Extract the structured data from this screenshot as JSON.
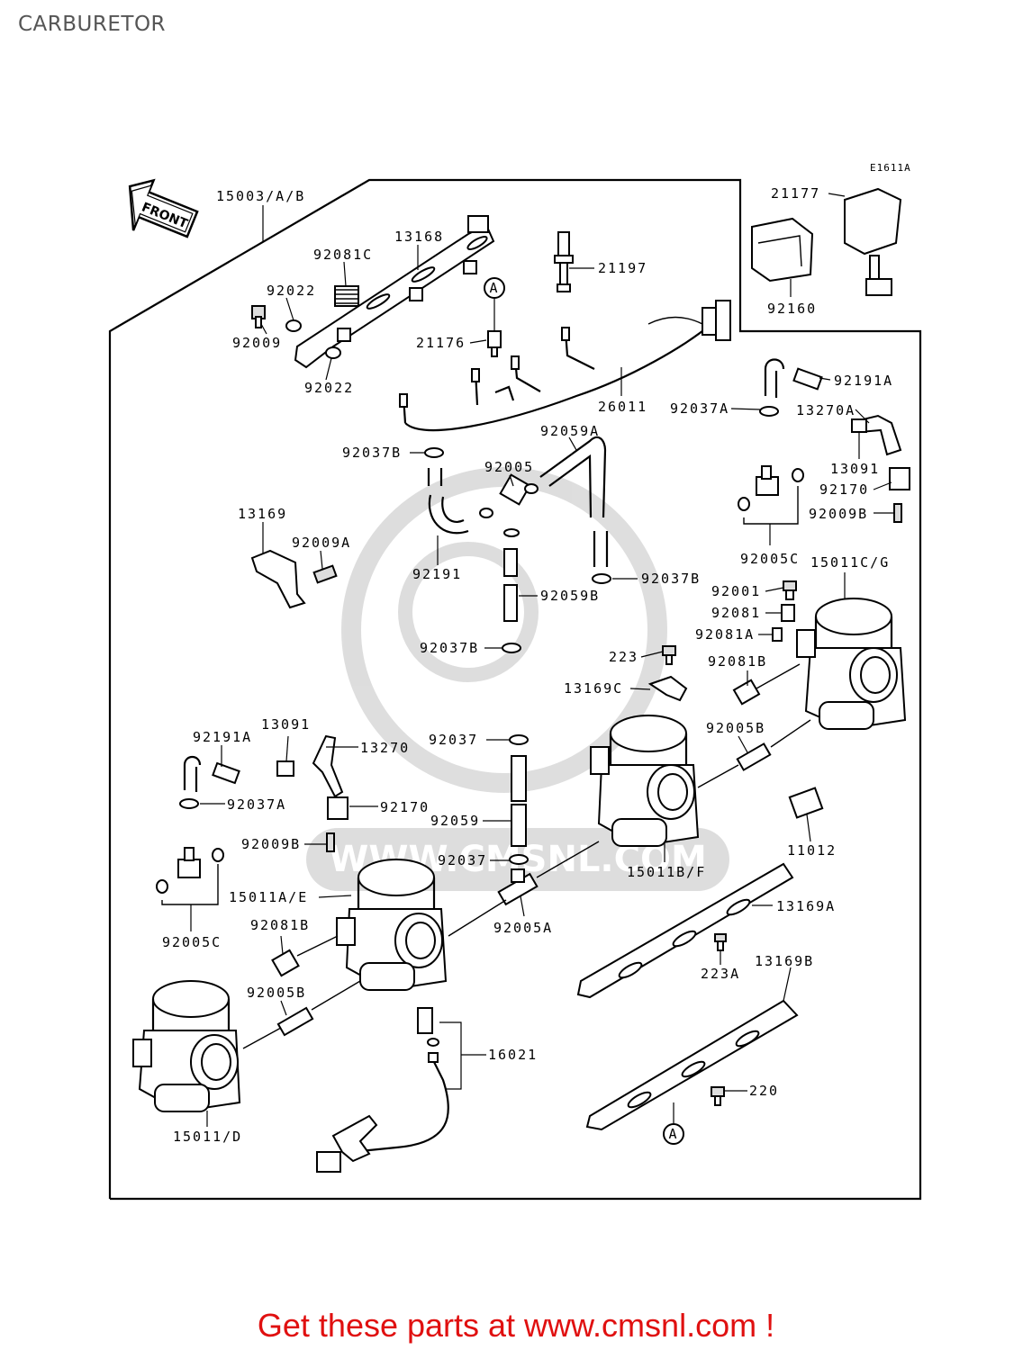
{
  "title": "CARBURETOR",
  "diagram_code": "E1611A",
  "front_arrow_label": "FRONT",
  "watermark_text": "WWW.CMSNL.COM",
  "footer": "Get these parts at www.cmsnl.com !",
  "callouts": {
    "c15003": "15003/A/B",
    "c13168": "13168",
    "c92081C": "92081C",
    "c92022a": "92022",
    "c92009": "92009",
    "c92022b": "92022",
    "c21197": "21197",
    "cA1": "A",
    "c21176": "21176",
    "c26011": "26011",
    "c21177": "21177",
    "c92160": "92160",
    "c92191A_r": "92191A",
    "c92037A_r": "92037A",
    "c13270A": "13270A",
    "c13091_r": "13091",
    "c92170_r": "92170",
    "c92009B_r": "92009B",
    "c92005C_r": "92005C",
    "c15011CG": "15011C/G",
    "c92001": "92001",
    "c92081": "92081",
    "c92081A": "92081A",
    "c92081B_r": "92081B",
    "c92005B_r": "92005B",
    "c92037B_a": "92037B",
    "c92059A": "92059A",
    "c92005": "92005",
    "c92191": "92191",
    "c13169": "13169",
    "c92009A": "92009A",
    "c92037B_b": "92037B",
    "c92059B": "92059B",
    "c92037B_c": "92037B",
    "c223": "223",
    "c13169C": "13169C",
    "c92037_a": "92037",
    "c92059": "92059",
    "c92037_b": "92037",
    "c92005A": "92005A",
    "c15011BF": "15011B/F",
    "c11012": "11012",
    "c13169A": "13169A",
    "c223A": "223A",
    "c13169B": "13169B",
    "c220": "220",
    "cA2": "A",
    "c92191A_l": "92191A",
    "c13091_l": "13091",
    "c13270": "13270",
    "c92037A_l": "92037A",
    "c92170_l": "92170",
    "c92009B_l": "92009B",
    "c92005C_l": "92005C",
    "c15011AE": "15011A/E",
    "c92081B_l": "92081B",
    "c92005B_l": "92005B",
    "c16021": "16021",
    "c15011D": "15011/D"
  }
}
